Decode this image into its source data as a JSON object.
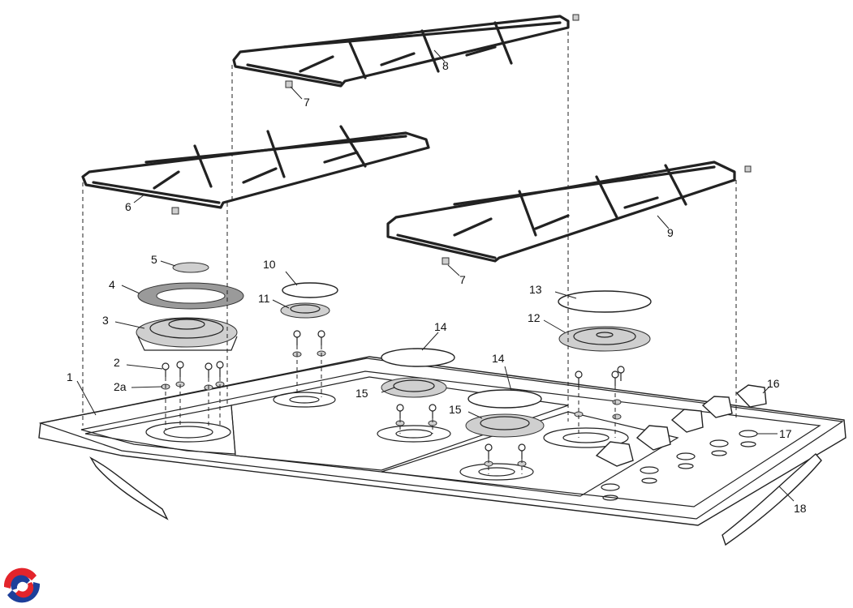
{
  "callouts": {
    "c1": "1",
    "c2": "2",
    "c2a": "2a",
    "c3": "3",
    "c4": "4",
    "c5": "5",
    "c6": "6",
    "c7a": "7",
    "c7b": "7",
    "c8": "8",
    "c9": "9",
    "c10": "10",
    "c11": "11",
    "c12": "12",
    "c13": "13",
    "c14a": "14",
    "c14b": "14",
    "c15a": "15",
    "c15b": "15",
    "c16": "16",
    "c17": "17",
    "c18": "18"
  },
  "logo": {
    "icon": "brand-swirl-logo",
    "colors": [
      "#e3242b",
      "#1d3f9a"
    ]
  },
  "colors": {
    "line": "#222222",
    "gasket": "#9a9a9a",
    "background": "#ffffff"
  }
}
